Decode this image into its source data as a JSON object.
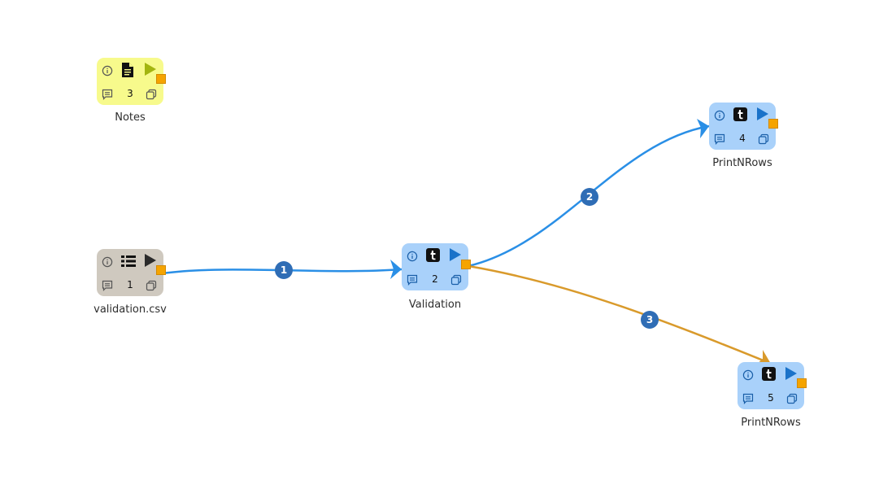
{
  "colors": {
    "edge_blue": "#2a8fe6",
    "edge_orange": "#d99a2b",
    "badge": "#2f6db5",
    "node_blue": "#a9d1fa",
    "node_yellow": "#f7fa8c",
    "node_gray": "#cfc9bf",
    "status": "#f5a400"
  },
  "nodes": [
    {
      "key": "notes",
      "id": "3",
      "label": "Notes",
      "type_icon": "document-icon",
      "color": "#f7fa8c",
      "run_color": "#a3b50f"
    },
    {
      "key": "csv",
      "id": "1",
      "label": "validation.csv",
      "type_icon": "list-icon",
      "color": "#cfc9bf",
      "run_color": "#2b2b2b"
    },
    {
      "key": "validation",
      "id": "2",
      "label": "Validation",
      "type_icon": "tumblr-t-icon",
      "color": "#a9d1fa",
      "run_color": "#1a72c9"
    },
    {
      "key": "print4",
      "id": "4",
      "label": "PrintNRows",
      "type_icon": "tumblr-t-icon",
      "color": "#a9d1fa",
      "run_color": "#1a72c9"
    },
    {
      "key": "print5",
      "id": "5",
      "label": "PrintNRows",
      "type_icon": "tumblr-t-icon",
      "color": "#a9d1fa",
      "run_color": "#1a72c9"
    }
  ],
  "edges": [
    {
      "id": "1",
      "from": "validation.csv",
      "to": "Validation",
      "color": "#2a8fe6"
    },
    {
      "id": "2",
      "from": "Validation",
      "to": "PrintNRows",
      "color": "#2a8fe6"
    },
    {
      "id": "3",
      "from": "Validation",
      "to": "PrintNRows",
      "color": "#d99a2b"
    }
  ]
}
